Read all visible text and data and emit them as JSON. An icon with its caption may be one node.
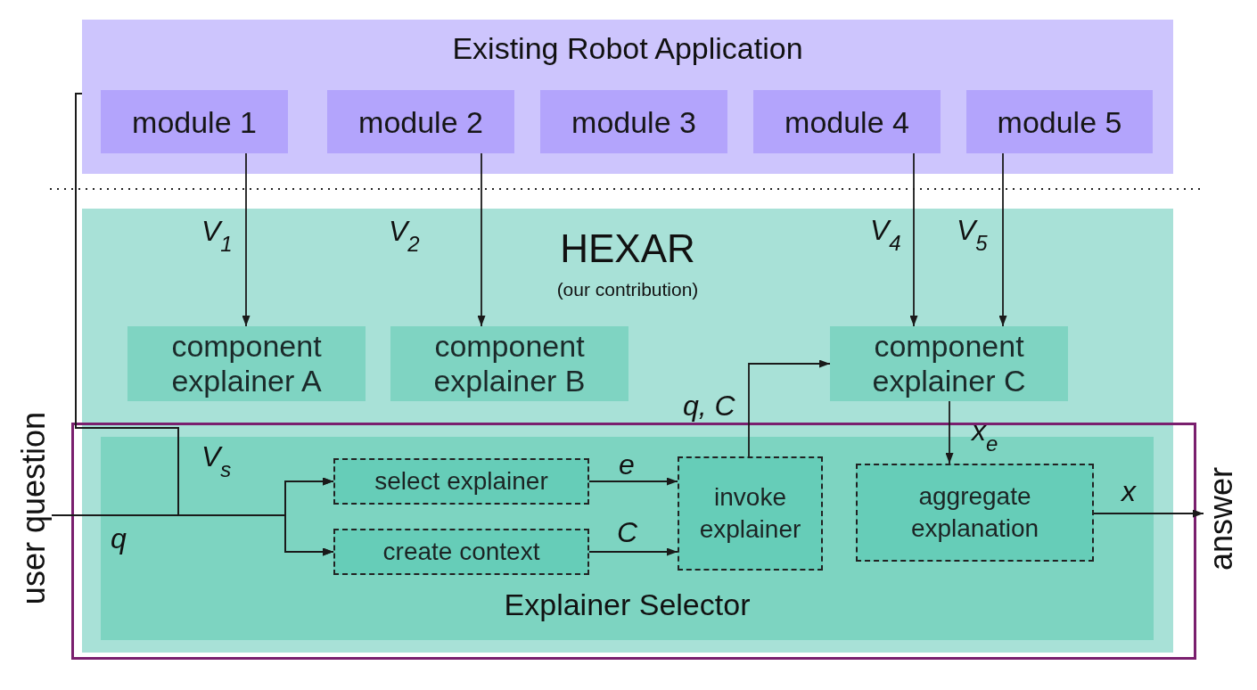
{
  "diagram": {
    "nodes": [
      {
        "text": [
          "Existing Robot Application"
        ]
      },
      {
        "text": [
          "module 1"
        ],
        "in": 0
      },
      {
        "text": [
          "module 2"
        ],
        "in": 0
      },
      {
        "text": [
          "module 3"
        ],
        "in": 0
      },
      {
        "text": [
          "module 4"
        ],
        "in": 0
      },
      {
        "text": [
          "module 5"
        ],
        "in": 0
      },
      {
        "text": [
          "HEXAR",
          "(our contribution)"
        ]
      },
      {
        "text": [
          "component explainer A"
        ],
        "in": 6
      },
      {
        "text": [
          "component explainer B"
        ],
        "in": 6
      },
      {
        "text": [
          "component explainer C"
        ],
        "in": 6
      },
      {
        "text": [
          "Explainer Selector"
        ],
        "in": 6
      },
      {
        "text": [
          "select explainer"
        ],
        "in": 10
      },
      {
        "text": [
          "create context"
        ],
        "in": 10
      },
      {
        "text": [
          "invoke explainer"
        ],
        "in": 10
      },
      {
        "text": [
          "aggregate explanation"
        ],
        "in": 10
      },
      {
        "text": [
          "user question"
        ]
      },
      {
        "text": [
          "answer"
        ]
      }
    ],
    "edges": [
      {
        "from": 1,
        "to": 7,
        "arrow": "to",
        "label": "V$_{1}$"
      },
      {
        "from": 2,
        "to": 8,
        "arrow": "to",
        "label": "V$_{2}$"
      },
      {
        "from": 4,
        "to": 9,
        "arrow": "to",
        "label": "V$_{4}$"
      },
      {
        "from": 5,
        "to": 9,
        "arrow": "to",
        "label": "V$_{5}$"
      },
      {
        "from": 15,
        "to": 11,
        "arrow": "to",
        "label": "q"
      },
      {
        "from": 15,
        "to": 12,
        "arrow": "to"
      },
      {
        "from": 0,
        "to": 11,
        "arrow": "to",
        "label": "V$_{s}$"
      },
      {
        "from": 0,
        "to": 12,
        "arrow": "to"
      },
      {
        "from": 11,
        "to": 13,
        "arrow": "to",
        "label": "e"
      },
      {
        "from": 12,
        "to": 13,
        "arrow": "to",
        "label": "C"
      },
      {
        "from": 13,
        "to": 9,
        "arrow": "to",
        "label": "q, C"
      },
      {
        "from": 9,
        "to": 14,
        "arrow": "to",
        "label": "x$_{e}$"
      },
      {
        "from": 14,
        "to": 16,
        "arrow": "to",
        "label": "x"
      }
    ]
  }
}
